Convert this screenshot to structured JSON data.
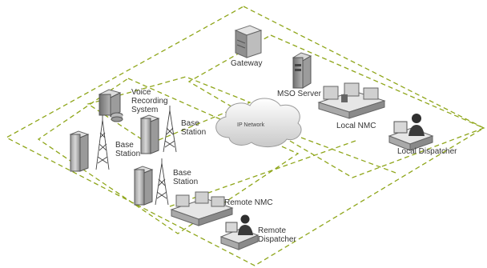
{
  "diagram": {
    "zone_border_color": "#8fa61a",
    "cloud_label": "IP Network",
    "nodes": {
      "gateway": {
        "label": "Gateway",
        "icon": "gateway-icon"
      },
      "mso_server": {
        "label": "MSO Server",
        "icon": "server-icon"
      },
      "voice_recording": {
        "label": "Voice\nRecording\nSystem",
        "icon": "server-icon"
      },
      "local_nmc": {
        "label": "Local NMC",
        "icon": "nmc-console-icon"
      },
      "local_dispatcher": {
        "label": "Local Dispatcher",
        "icon": "dispatcher-icon"
      },
      "base_station_1": {
        "label": "Base\nStation",
        "icon": "base-station-icon"
      },
      "base_station_2": {
        "label": "Base\nStation",
        "icon": "base-station-icon"
      },
      "base_station_3": {
        "label": "Base\nStation",
        "icon": "base-station-icon"
      },
      "remote_nmc": {
        "label": "Remote NMC",
        "icon": "nmc-console-icon"
      },
      "remote_dispatcher": {
        "label": "Remote\nDispatcher",
        "icon": "dispatcher-icon"
      }
    }
  }
}
